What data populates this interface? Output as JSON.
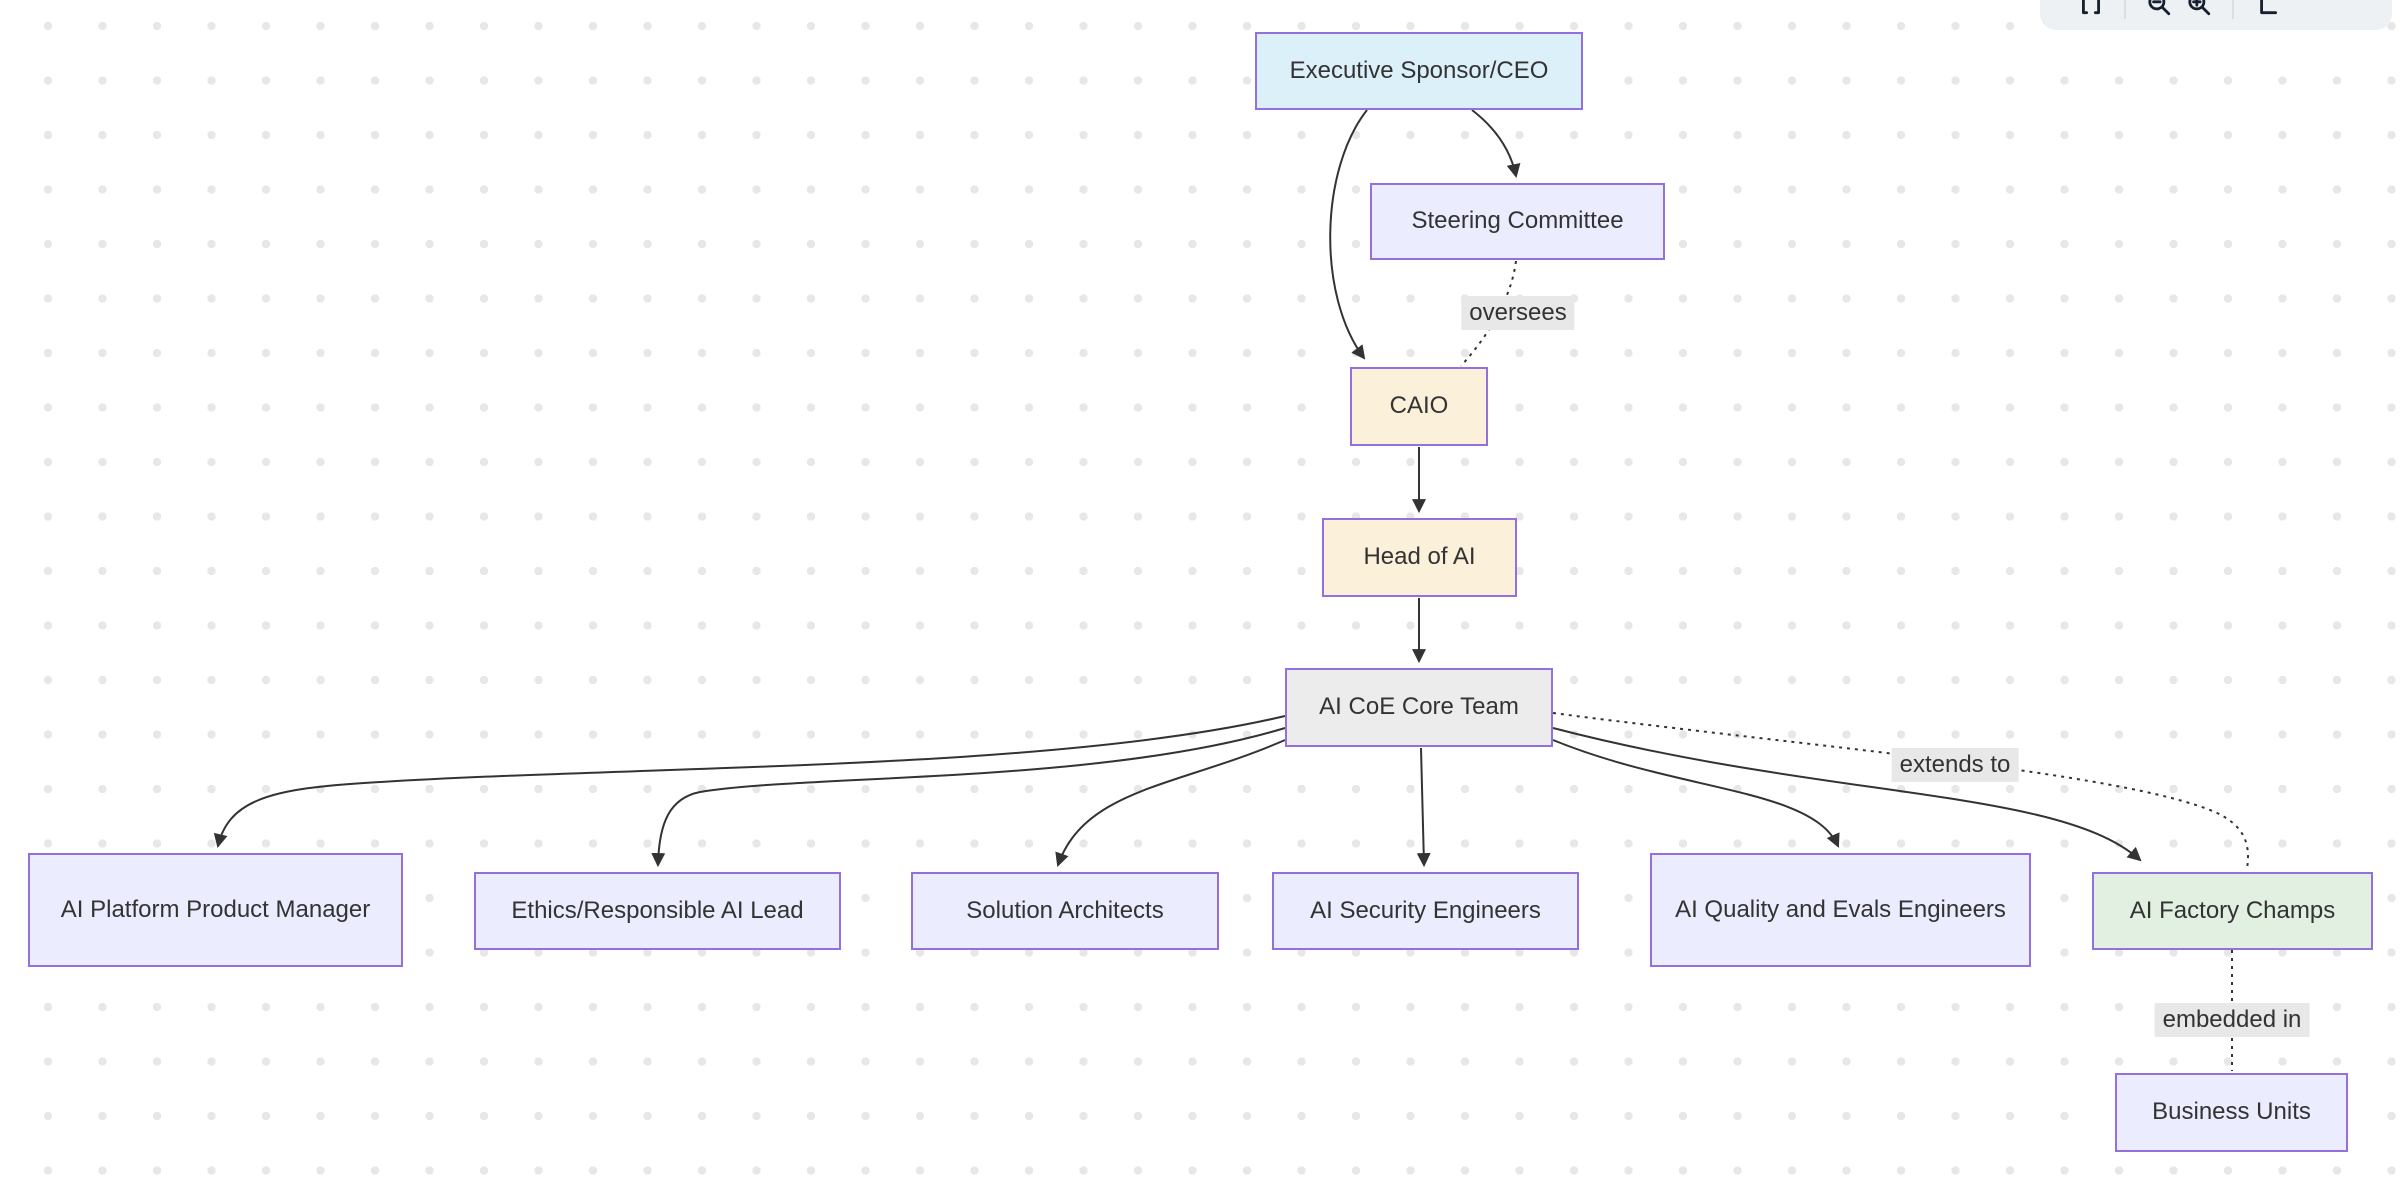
{
  "canvas": {
    "background": "#ffffff",
    "dot_color": "#e7e7e7"
  },
  "toolbar": {
    "background": "#eef1f4",
    "icon_color": "#16202e",
    "icons": [
      {
        "name": "frame-icon"
      },
      {
        "name": "zoom-out-icon"
      },
      {
        "name": "zoom-in-icon"
      },
      {
        "name": "fit-view-icon"
      }
    ]
  },
  "diagram": {
    "edge_color": "#333333",
    "node_border_color": "#9370db",
    "edge_label_bg": "#e8e8e8",
    "nodes": [
      {
        "id": "exec",
        "label": "Executive Sponsor/CEO",
        "fill": "#dcf0fa"
      },
      {
        "id": "steering",
        "label": "Steering Committee",
        "fill": "#ececff"
      },
      {
        "id": "caio",
        "label": "CAIO",
        "fill": "#fbf0d9"
      },
      {
        "id": "head",
        "label": "Head of AI",
        "fill": "#fbf0d9"
      },
      {
        "id": "coe",
        "label": "AI CoE Core Team",
        "fill": "#ececec"
      },
      {
        "id": "apm",
        "label": "AI Platform Product Manager",
        "fill": "#ececff"
      },
      {
        "id": "ethics",
        "label": "Ethics/Responsible AI Lead",
        "fill": "#ececff"
      },
      {
        "id": "sol",
        "label": "Solution Architects",
        "fill": "#ececff"
      },
      {
        "id": "sec",
        "label": "AI Security Engineers",
        "fill": "#ececff"
      },
      {
        "id": "quality",
        "label": "AI Quality and Evals Engineers",
        "fill": "#ececff"
      },
      {
        "id": "factory",
        "label": "AI Factory Champs",
        "fill": "#e2f0e2"
      },
      {
        "id": "business",
        "label": "Business Units",
        "fill": "#ececff"
      }
    ],
    "edge_labels": {
      "oversees": "oversees",
      "extends_to": "extends to",
      "embedded_in": "embedded in"
    }
  }
}
